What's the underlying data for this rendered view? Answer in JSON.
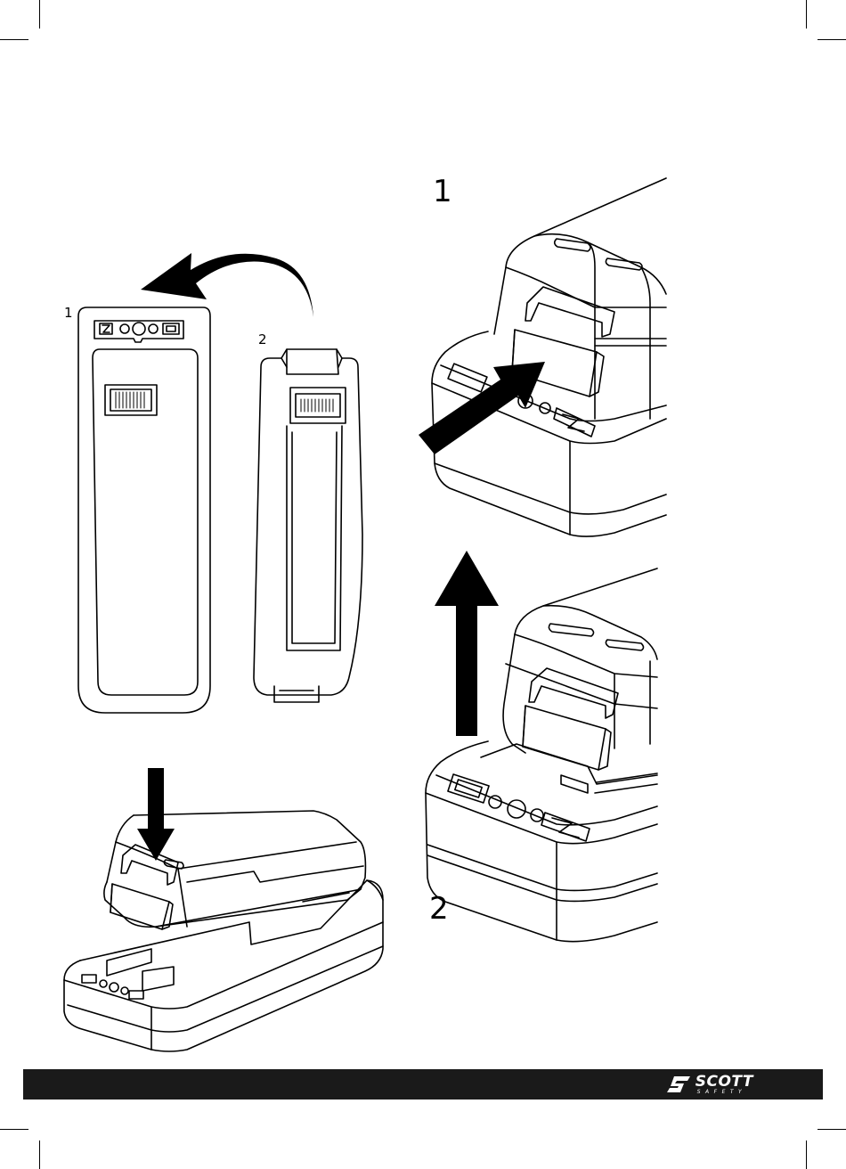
{
  "labels": {
    "battery_front": "1",
    "battery_back": "2",
    "step_remove": "1",
    "step_lift": "2"
  },
  "footer": {
    "brand_name": "SCOTT",
    "brand_sub": "SAFETY",
    "bar_color": "#1a1a1a"
  },
  "icons": [
    "curved-arrow-icon",
    "down-arrow-icon",
    "diagonal-arrow-icon",
    "up-arrow-icon",
    "scott-logo-icon"
  ]
}
